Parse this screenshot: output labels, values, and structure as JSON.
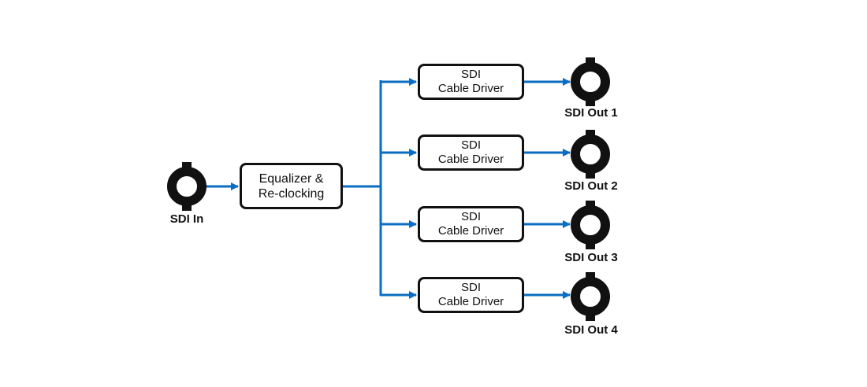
{
  "colors": {
    "wire": "#0a6dc2",
    "connector": "#111111",
    "background": "#ffffff"
  },
  "icons": {
    "connector": "bnc-connector-icon",
    "arrow": "arrow-right-icon"
  },
  "input": {
    "label": "SDI In"
  },
  "equalizer": {
    "line1": "Equalizer &",
    "line2": "Re-clocking"
  },
  "drivers": [
    {
      "line1": "SDI",
      "line2": "Cable Driver"
    },
    {
      "line1": "SDI",
      "line2": "Cable Driver"
    },
    {
      "line1": "SDI",
      "line2": "Cable Driver"
    },
    {
      "line1": "SDI",
      "line2": "Cable Driver"
    }
  ],
  "outputs": [
    {
      "label": "SDI Out 1"
    },
    {
      "label": "SDI Out 2"
    },
    {
      "label": "SDI Out 3"
    },
    {
      "label": "SDI Out 4"
    }
  ]
}
